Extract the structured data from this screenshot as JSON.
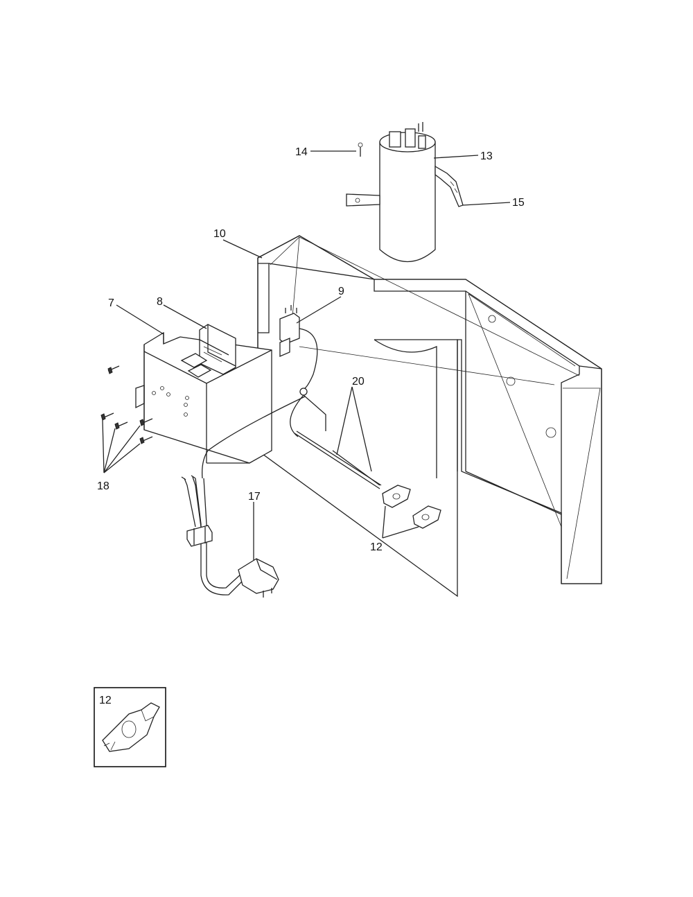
{
  "callouts": [
    {
      "id": "c14",
      "text": "14"
    },
    {
      "id": "c13",
      "text": "13"
    },
    {
      "id": "c15",
      "text": "15"
    },
    {
      "id": "c10",
      "text": "10"
    },
    {
      "id": "c9",
      "text": "9"
    },
    {
      "id": "c7",
      "text": "7"
    },
    {
      "id": "c8",
      "text": "8"
    },
    {
      "id": "c20",
      "text": "20"
    },
    {
      "id": "c18",
      "text": "18"
    },
    {
      "id": "c17",
      "text": "17"
    },
    {
      "id": "c12",
      "text": "12"
    }
  ],
  "inset": {
    "label": "12"
  }
}
